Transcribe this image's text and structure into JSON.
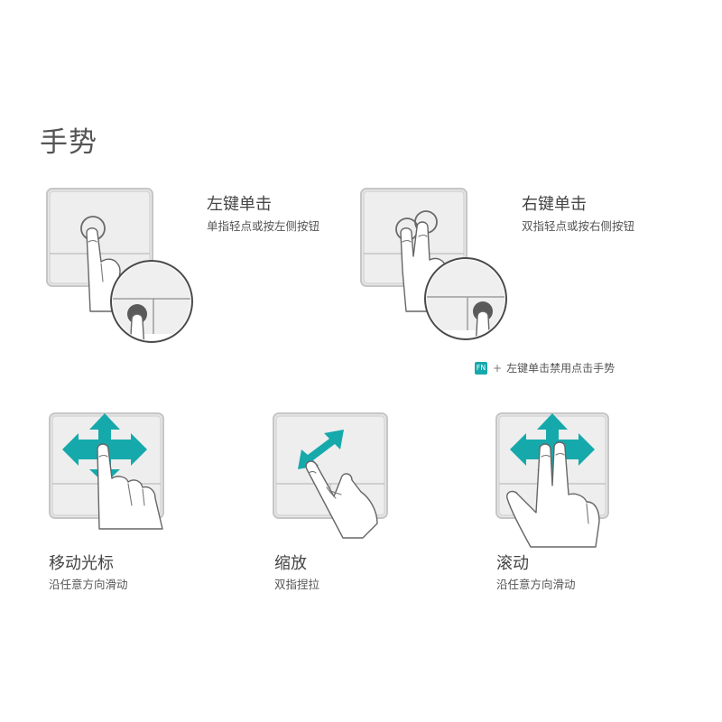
{
  "page": {
    "title": "手势"
  },
  "gestures": [
    {
      "id": "left-click",
      "title": "左键单击",
      "desc": "单指轻点或按左侧按钮"
    },
    {
      "id": "right-click",
      "title": "右键单击",
      "desc": "双指轻点或按右侧按钮"
    },
    {
      "id": "move-cursor",
      "title": "移动光标",
      "desc": "沿任意方向滑动"
    },
    {
      "id": "zoom",
      "title": "缩放",
      "desc": "双指捏拉"
    },
    {
      "id": "scroll",
      "title": "滚动",
      "desc": "沿任意方向滑动"
    }
  ],
  "fn_note": {
    "badge": "FN",
    "plus": "+",
    "text": "左键单击禁用点击手势"
  },
  "colors": {
    "accent": "#16a9ab",
    "pad": "#e7e7e7",
    "pad_border": "#c6c6c6",
    "text": "#444444"
  },
  "icons": [
    "touchpad-icon",
    "hand-icon",
    "tap-ring-icon",
    "four-way-arrow-icon",
    "two-way-arrow-icon",
    "magnifier-circle-icon",
    "fn-key-icon"
  ]
}
